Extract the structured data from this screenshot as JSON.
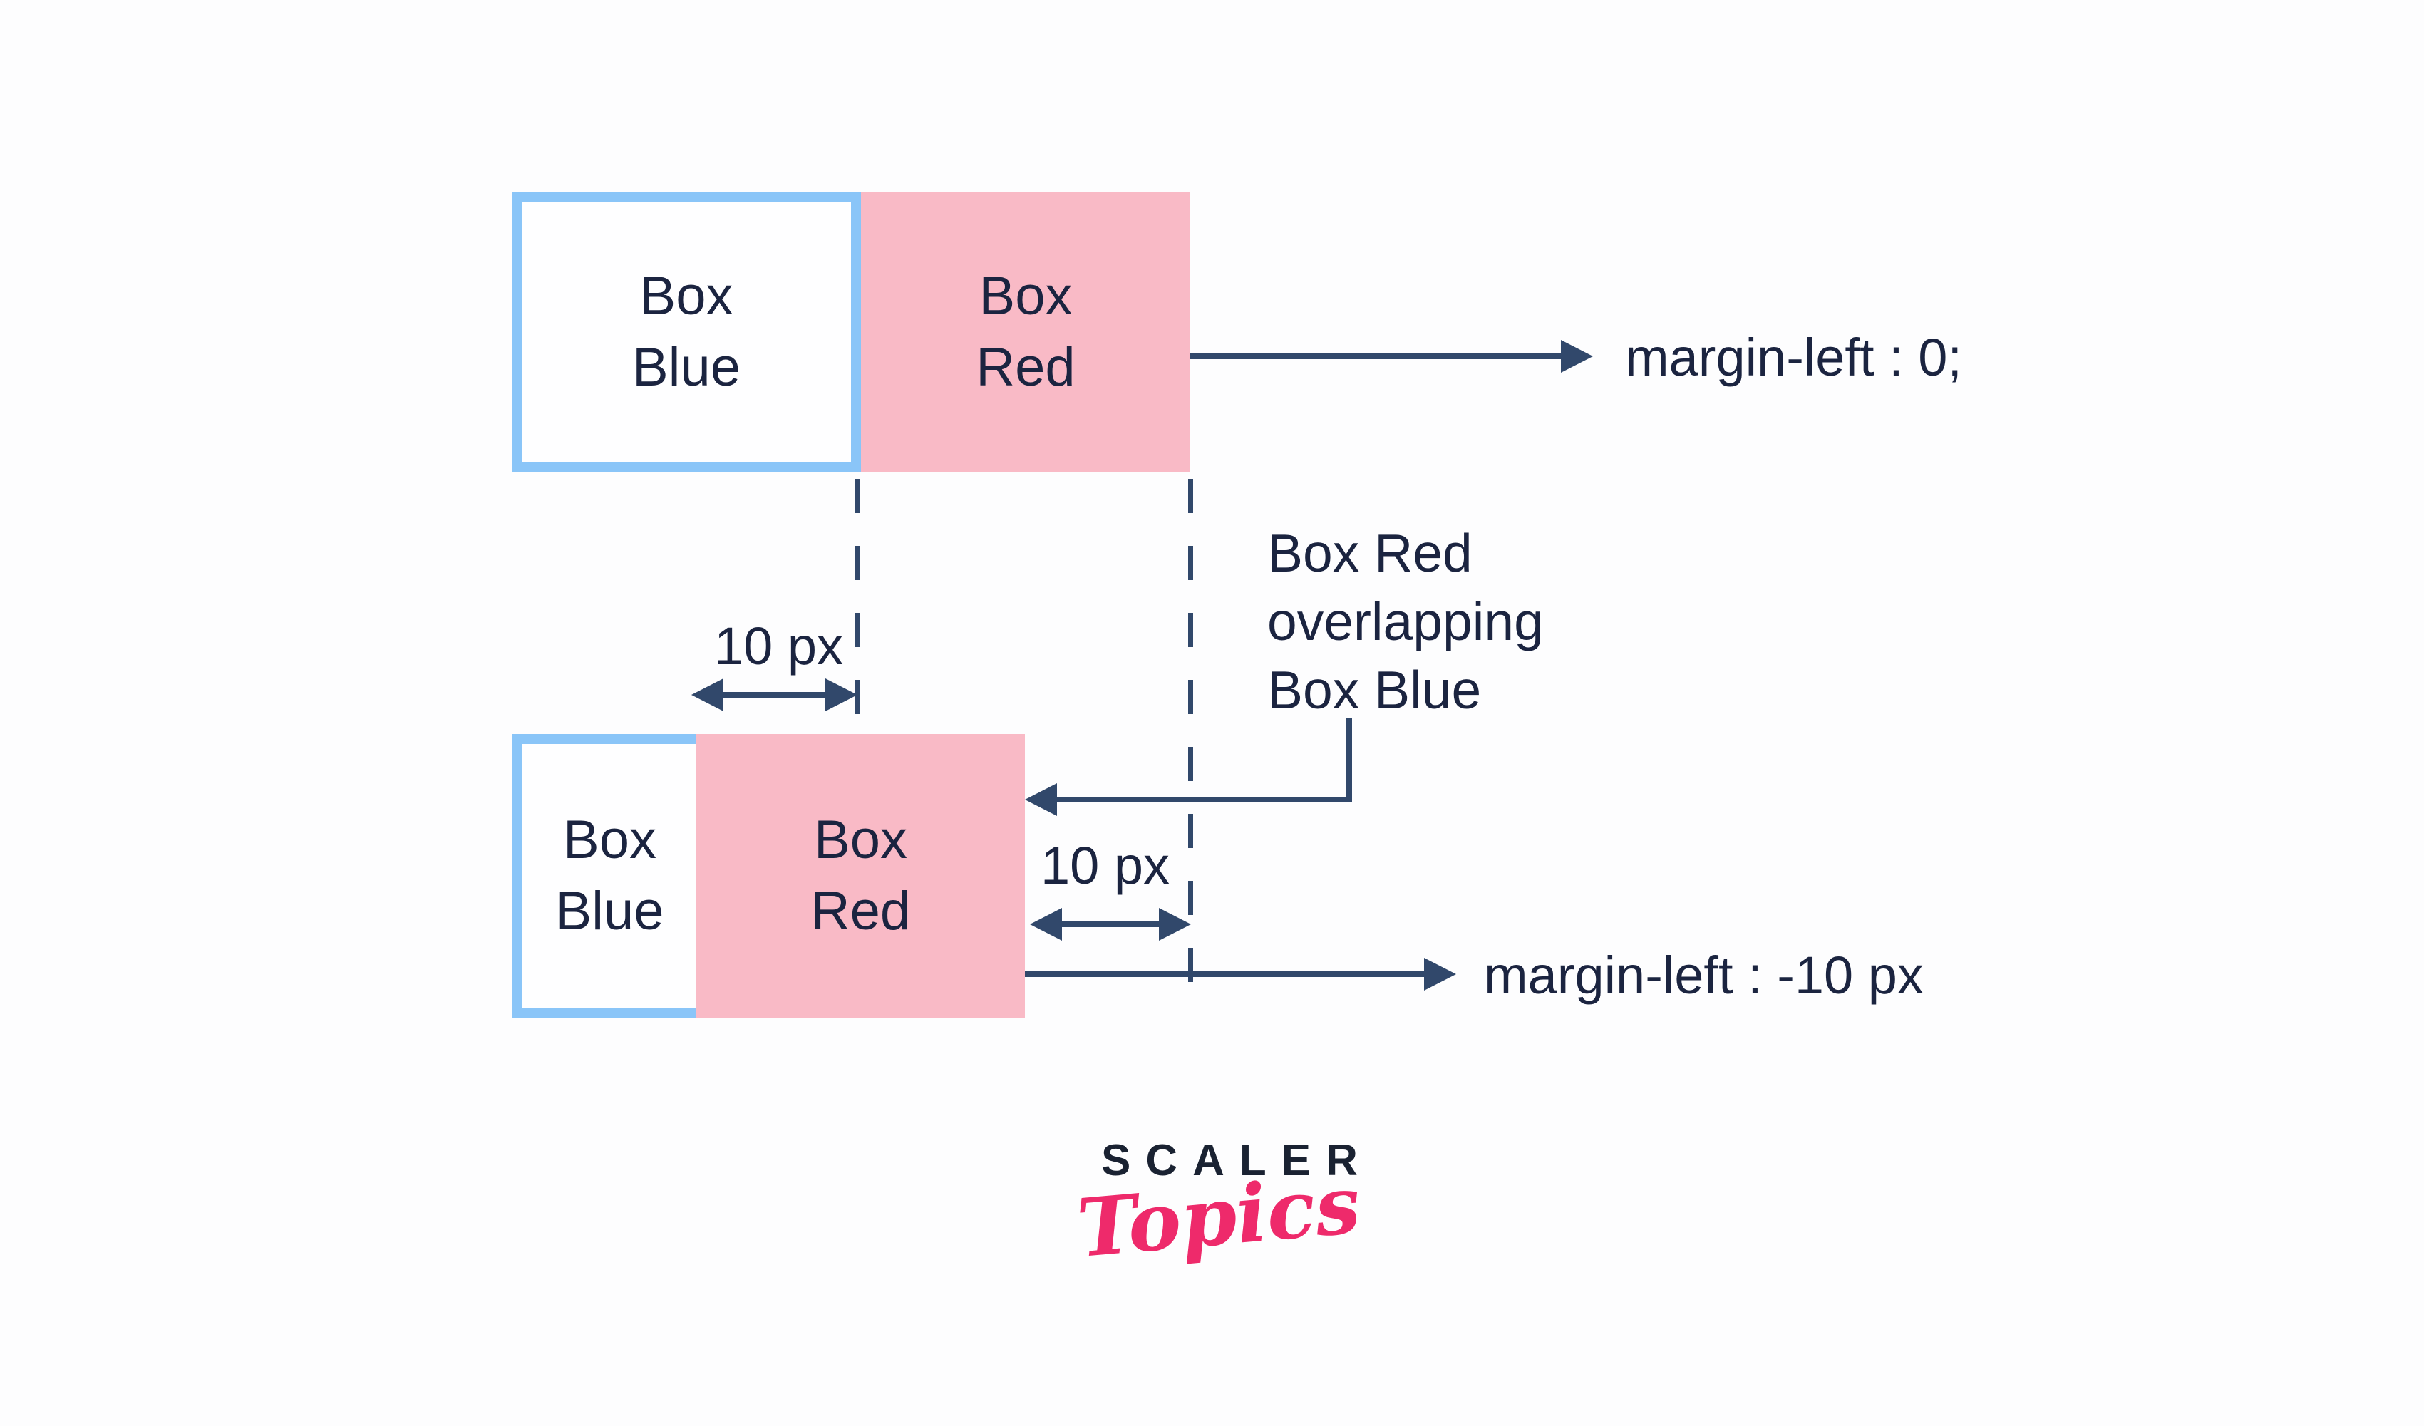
{
  "colors": {
    "background": "#fdfdfe",
    "blue_border": "#8ac5f8",
    "pink_fill": "#f9bac6",
    "arrow_navy": "#31486b",
    "text_navy": "#1b2440",
    "logo_navy": "#1a2232",
    "logo_pink": "#ee2a6b"
  },
  "top_diagram": {
    "box_blue": {
      "line1": "Box",
      "line2": "Blue"
    },
    "box_red": {
      "line1": "Box",
      "line2": "Red"
    },
    "arrow_label": "margin-left : 0;"
  },
  "middle": {
    "offset_label": "10 px",
    "annotation": {
      "line1": "Box Red",
      "line2": "overlapping",
      "line3": "Box Blue"
    }
  },
  "bottom_diagram": {
    "box_blue": {
      "line1": "Box",
      "line2": "Blue"
    },
    "box_red": {
      "line1": "Box",
      "line2": "Red"
    },
    "offset_label": "10 px",
    "arrow_label": "margin-left : -10 px"
  },
  "logo": {
    "brand": "SCALER",
    "sub": "Topics"
  }
}
